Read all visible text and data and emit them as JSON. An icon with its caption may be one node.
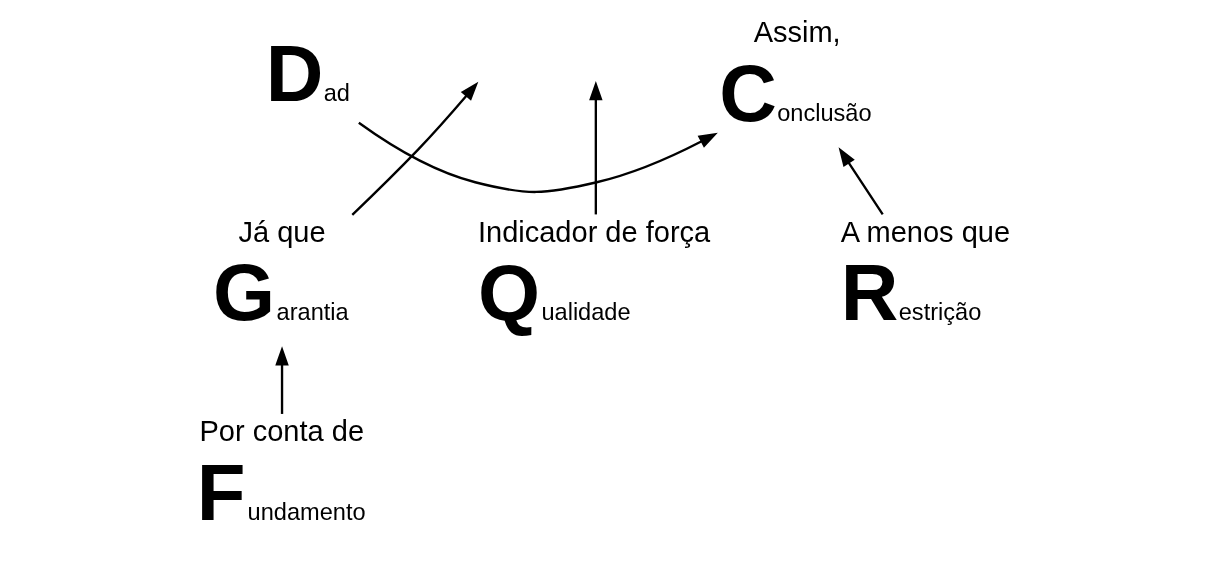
{
  "diagram": {
    "nodes": [
      {
        "text": [
          "Dad"
        ]
      },
      {
        "text": [
          "Assim,",
          "Conclusão"
        ]
      },
      {
        "text": [
          "Já que",
          "Garantia"
        ]
      },
      {
        "text": [
          "Indicador de força",
          "Qualidade"
        ]
      },
      {
        "text": [
          "Por conta de",
          "Fundamento"
        ]
      },
      {
        "text": [
          "A menos que",
          "Restrição"
        ]
      }
    ],
    "edges": [
      {
        "from": 0,
        "to": 1,
        "arrow": "to"
      },
      {
        "from": 2,
        "to": null,
        "arrow": "to"
      },
      {
        "from": 3,
        "to": null,
        "arrow": "to"
      },
      {
        "from": 4,
        "to": 2,
        "arrow": "to"
      },
      {
        "from": 5,
        "to": 1,
        "arrow": "to"
      }
    ]
  }
}
